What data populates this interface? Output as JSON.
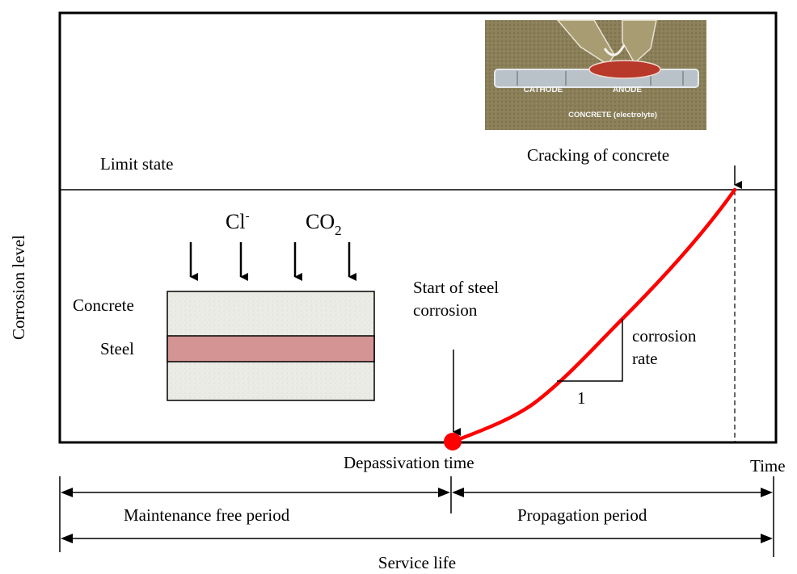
{
  "axes": {
    "y_label": "Corrosion level",
    "x_label": "Time"
  },
  "labels": {
    "limit_state": "Limit state",
    "cracking": "Cracking of concrete",
    "start_line1": "Start of steel",
    "start_line2": "corrosion",
    "rate_line1": "corrosion",
    "rate_line2": "rate",
    "rate_run": "1",
    "depassivation": "Depassivation time",
    "maintenance_period": "Maintenance free period",
    "propagation_period": "Propagation period",
    "service_life": "Service life"
  },
  "inset": {
    "chloride": "Cl",
    "chloride_superscript": "-",
    "co2": "CO",
    "co2_subscript": "2",
    "concrete": "Concrete",
    "steel": "Steel"
  },
  "photo": {
    "cathode": "CATHODE",
    "anode": "ANODE",
    "electrolyte": "CONCRETE (electrolyte)"
  },
  "colors": {
    "curve": "#ff0000",
    "steel_bar": "#d49494",
    "concrete": "#ecece6",
    "photo_ground": "#8a7f58",
    "anode": "#b8382a"
  }
}
